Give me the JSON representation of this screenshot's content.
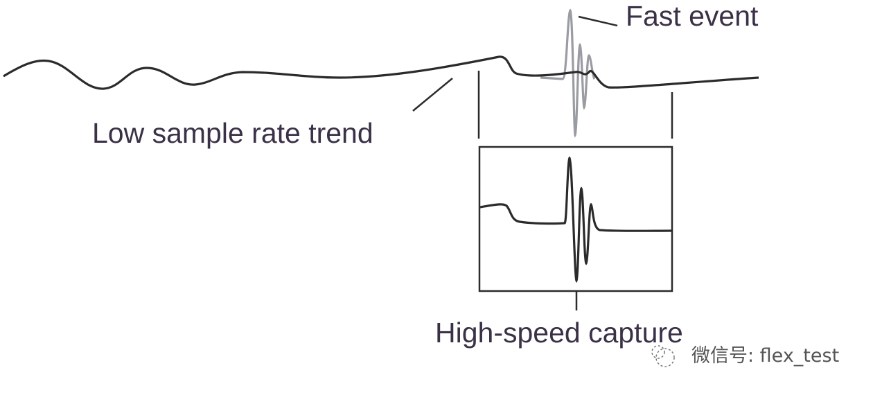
{
  "labels": {
    "fast_event": "Fast event",
    "low_trend": "Low sample rate trend",
    "high_speed": "High-speed capture"
  },
  "watermark": "微信号: flex_test",
  "colors": {
    "trace": "#2b2b2b",
    "fast_trace": "#9a9ca3",
    "text": "#3b3147"
  }
}
